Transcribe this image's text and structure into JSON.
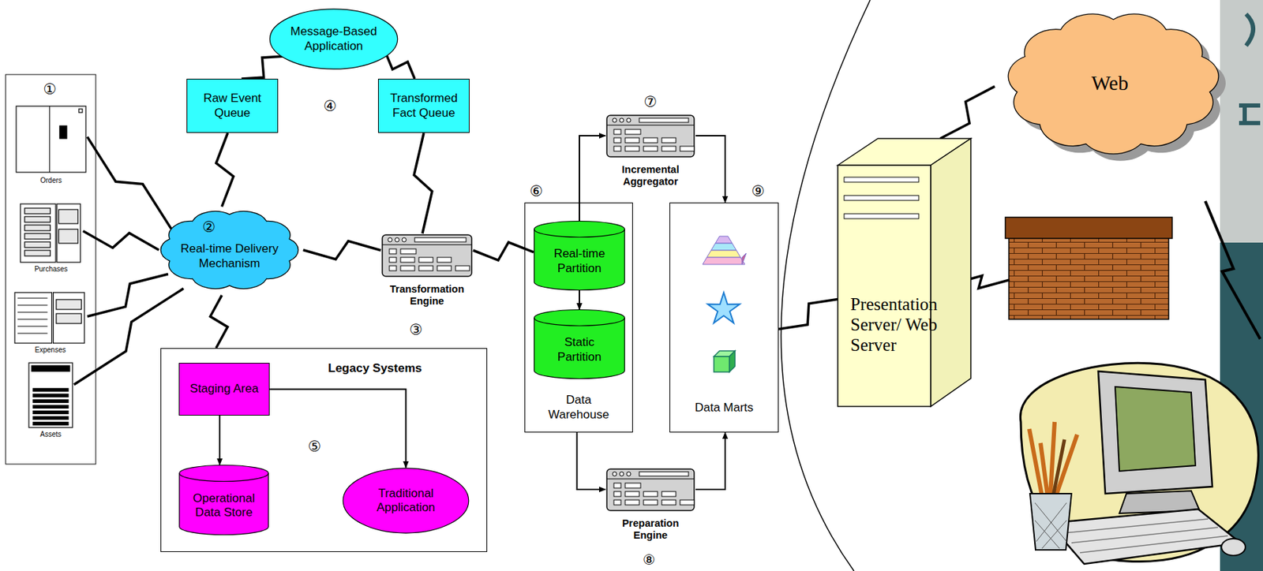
{
  "diagram": {
    "nodes": [
      {
        "text": [
          "Orders"
        ]
      },
      {
        "text": [
          "Purchases"
        ]
      },
      {
        "text": [
          "Expenses"
        ]
      },
      {
        "text": [
          "Assets"
        ]
      },
      {
        "text": [
          "Real-time Delivery Mechanism"
        ]
      },
      {
        "text": [
          "Message-Based Application"
        ]
      },
      {
        "text": [
          "Raw Event Queue"
        ]
      },
      {
        "text": [
          "Transformed Fact Queue"
        ]
      },
      {
        "text": [
          "Transformation Engine"
        ]
      },
      {
        "text": [
          "Legacy Systems"
        ]
      },
      {
        "text": [
          "Staging Area"
        ],
        "in": 9
      },
      {
        "text": [
          "Operational Data Store"
        ],
        "in": 9
      },
      {
        "text": [
          "Traditional Application"
        ],
        "in": 9
      },
      {
        "text": [
          "Data Warehouse"
        ]
      },
      {
        "text": [
          "Real-time Partition"
        ],
        "in": 13
      },
      {
        "text": [
          "Static Partition"
        ],
        "in": 13
      },
      {
        "text": [
          "Incremental Aggregator"
        ]
      },
      {
        "text": [
          "Preparation Engine"
        ]
      },
      {
        "text": [
          "Data Marts"
        ]
      },
      {
        "text": [
          "Presentation Server/ Web Server"
        ]
      },
      {
        "text": [
          "Web"
        ]
      }
    ],
    "edges": [
      {
        "from": 0,
        "to": 4,
        "arrow": "none"
      },
      {
        "from": 1,
        "to": 4,
        "arrow": "none"
      },
      {
        "from": 2,
        "to": 4,
        "arrow": "none"
      },
      {
        "from": 3,
        "to": 4,
        "arrow": "none"
      },
      {
        "from": 4,
        "to": 6,
        "arrow": "none"
      },
      {
        "from": 6,
        "to": 5,
        "arrow": "none"
      },
      {
        "from": 5,
        "to": 7,
        "arrow": "none"
      },
      {
        "from": 7,
        "to": 8,
        "arrow": "none"
      },
      {
        "from": 4,
        "to": 8,
        "arrow": "none"
      },
      {
        "from": 4,
        "to": 9,
        "arrow": "none"
      },
      {
        "from": 8,
        "to": 14,
        "arrow": "none"
      },
      {
        "from": 10,
        "to": 11,
        "arrow": "to"
      },
      {
        "from": 10,
        "to": 12,
        "arrow": "to"
      },
      {
        "from": 14,
        "to": 15,
        "arrow": "to"
      },
      {
        "from": 14,
        "to": 16,
        "arrow": "to"
      },
      {
        "from": 16,
        "to": 18,
        "arrow": "to"
      },
      {
        "from": 13,
        "to": 17,
        "arrow": "to"
      },
      {
        "from": 17,
        "to": 18,
        "arrow": "to"
      },
      {
        "from": 18,
        "to": 19,
        "arrow": "none"
      },
      {
        "from": 19,
        "to": 20,
        "arrow": "none"
      }
    ],
    "labels": [
      "①",
      "②",
      "③",
      "④",
      "⑤",
      "⑥",
      "⑦",
      "⑧",
      "⑨"
    ]
  }
}
